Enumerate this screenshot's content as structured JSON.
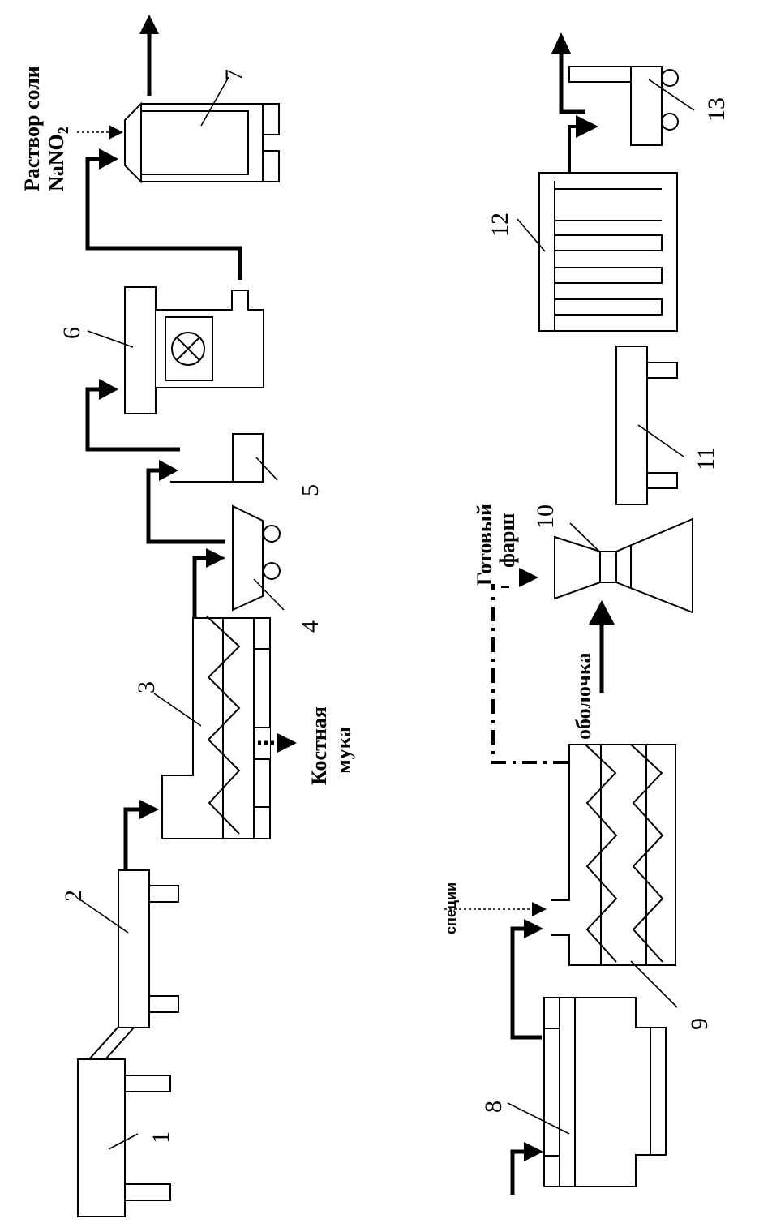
{
  "diagram": {
    "title": "",
    "orientation": "rotated-90-ccw",
    "line_a": {
      "equipment": [
        {
          "id": "1",
          "label": "1"
        },
        {
          "id": "2",
          "label": "2"
        },
        {
          "id": "3",
          "label": "3"
        },
        {
          "id": "4",
          "label": "4"
        },
        {
          "id": "5",
          "label": "5"
        },
        {
          "id": "6",
          "label": "6"
        },
        {
          "id": "7",
          "label": "7"
        }
      ],
      "annotations": {
        "salt_solution_line1": "Раствор соли",
        "salt_solution_line2": "NaNO",
        "salt_solution_sub": "2",
        "bone_meal_line1": "Костная",
        "bone_meal_line2": "мука"
      }
    },
    "line_b": {
      "equipment": [
        {
          "id": "8",
          "label": "8"
        },
        {
          "id": "9",
          "label": "9"
        },
        {
          "id": "10",
          "label": "10"
        },
        {
          "id": "11",
          "label": "11"
        },
        {
          "id": "12",
          "label": "12"
        },
        {
          "id": "13",
          "label": "13"
        }
      ],
      "annotations": {
        "spices": "специи",
        "ready_mince_line1": "Готовый",
        "ready_mince_line2": "фарш",
        "casing": "оболочка"
      }
    }
  }
}
